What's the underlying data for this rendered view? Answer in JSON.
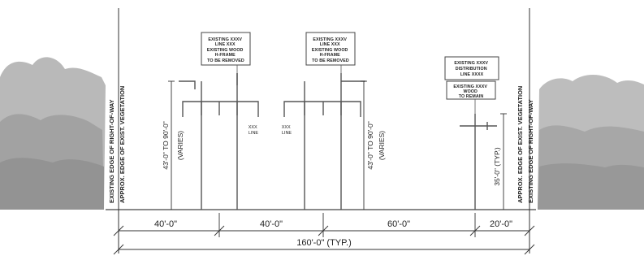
{
  "edge_labels": {
    "left": [
      "EXISTING EDGE OF RIGHT-OF-WAY",
      "APPROX. EDGE OF EXIST. VEGETATION"
    ],
    "right": [
      "APPROX. EDGE OF EXIST. VEGETATION",
      "EXISTING EDGE OF RIGHT-OF-WAY"
    ]
  },
  "callouts": {
    "left_box": [
      "EXISTING XXXV",
      "LINE XXX",
      "EXISTING WOOD",
      "H-FRAME",
      "TO BE REMOVED"
    ],
    "center_box": [
      "EXISTING XXXV",
      "LINE XXX",
      "EXISTING WOOD",
      "H-FRAME",
      "TO BE REMOVED"
    ],
    "right_box_top": [
      "EXISTING XXXV",
      "DISTRIBUTION",
      "LINE XXXX"
    ],
    "right_box_bottom": [
      "EXISTING XXXV",
      "WOOD",
      "TO REMAIN"
    ]
  },
  "small_labels": {
    "left": [
      "XXX",
      "LINE"
    ],
    "right": [
      "XXX",
      "LINE"
    ]
  },
  "height_dims": {
    "left": "43'-0\" TO 90'-0\"",
    "left_sub": "(VARIES)",
    "center": "43'-0\" TO 90'-0\"",
    "center_sub": "(VARIES)",
    "right": "35'-0\" (TYP.)"
  },
  "spacing_dims": [
    "40'-0\"",
    "40'-0\"",
    "60'-0\"",
    "20'-0\""
  ],
  "total_dim": "160'-0\" (TYP.)"
}
